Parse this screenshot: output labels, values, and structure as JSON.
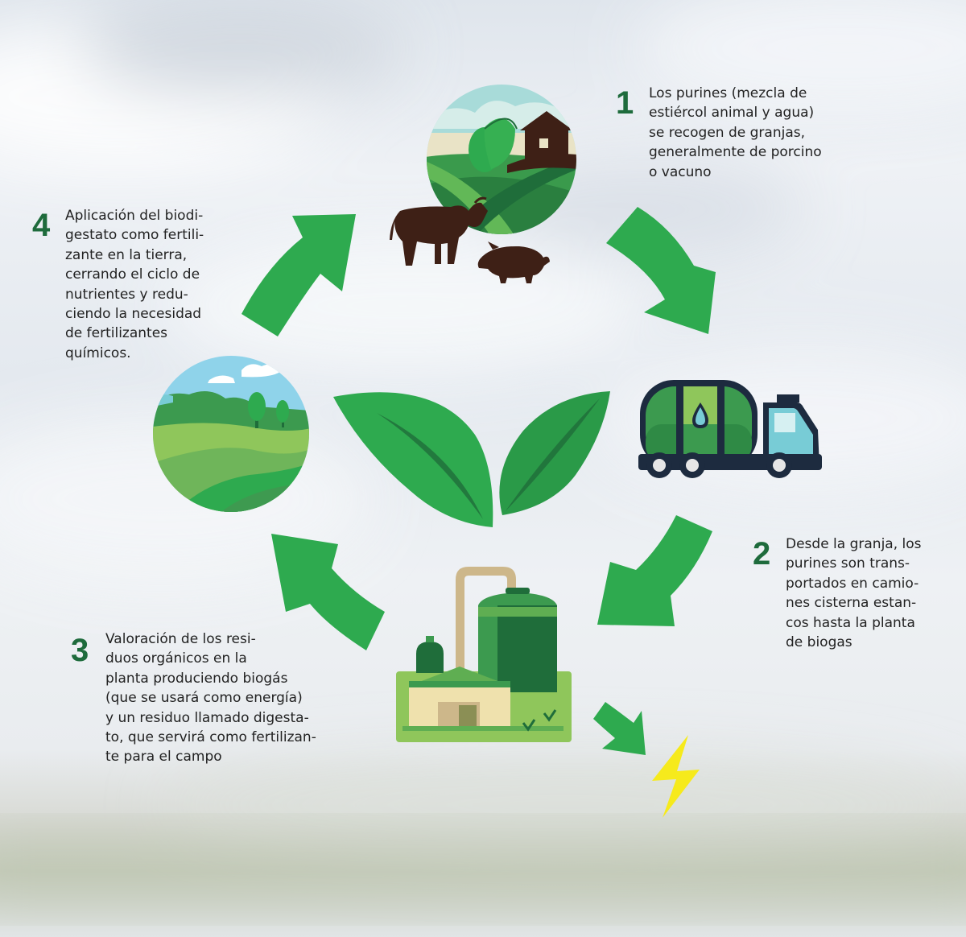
{
  "steps": [
    {
      "number": "1",
      "text": "Los purines (mezcla de\nestiércol animal y agua)\nse recogen de granjas,\ngeneralmente de porcino\no vacuno"
    },
    {
      "number": "2",
      "text": "Desde la granja, los\npurines son trans-\nportados en camio-\nnes cisterna estan-\ncos hasta la planta\nde biogas"
    },
    {
      "number": "3",
      "text": "Valoración de los resi-\nduos orgánicos en la\nplanta produciendo biogás\n(que se usará como energía)\ny un residuo llamado digesta-\nto, que servirá como fertilizan-\nte para el campo"
    },
    {
      "number": "4",
      "text": "Aplicación del biodi-\ngestato como fertili-\nzante en la tierra,\ncerrando el ciclo de\nnutrientes y redu-\nciendo la necesidad\nde fertilizantes\nquímicos."
    }
  ],
  "colors": {
    "arrow_green": "#2eaa4f",
    "number_green": "#1e6b3c",
    "dark_green": "#1f6d3a",
    "mid_green": "#3c9a4f",
    "light_green": "#8fc65b",
    "brown": "#3e2016",
    "navy": "#1d2b3f",
    "teal": "#78ccd6",
    "yellow": "#f6ea1c"
  },
  "icons": [
    "farm-icon",
    "cow-icon",
    "pig-icon",
    "tanker-truck-icon",
    "biogas-plant-icon",
    "lightning-icon",
    "field-landscape-icon",
    "leaves-logo-icon"
  ]
}
